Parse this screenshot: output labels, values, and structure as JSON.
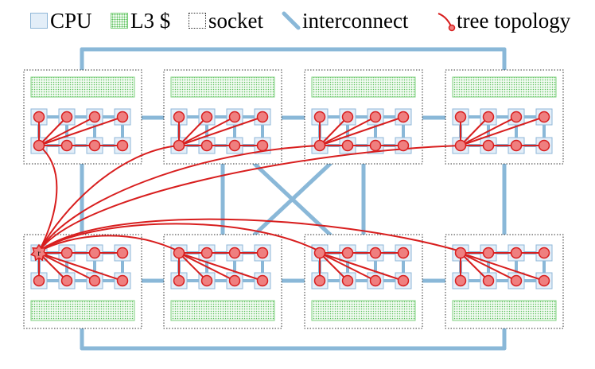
{
  "legend": {
    "cpu": "CPU",
    "l3": "L3 $",
    "socket": "socket",
    "interconnect": "interconnect",
    "tree": "tree topology"
  },
  "root_label": "r",
  "colors": {
    "cpu_fill": "#e3eef8",
    "cpu_stroke": "#8fb7d8",
    "l3_dot": "#5cc05c",
    "interconnect": "#8ab8d8",
    "tree": "#d81e1e",
    "node_fill": "#ef7f7f"
  }
}
